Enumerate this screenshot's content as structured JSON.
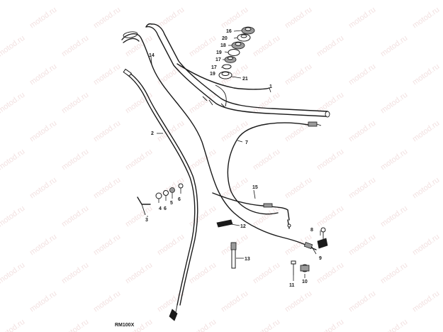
{
  "watermark": "motod.ru",
  "drawing_code": "RM100X",
  "callouts": {
    "c1": "1",
    "c2": "2",
    "c3": "3",
    "c4": "4",
    "c5": "5",
    "c6a": "6",
    "c6b": "6",
    "c7": "7",
    "c8": "8",
    "c9": "9",
    "c10": "10",
    "c11": "11",
    "c12": "12",
    "c13": "13",
    "c14": "14",
    "c15": "15",
    "c16": "16",
    "c17a": "17",
    "c17b": "17",
    "c18": "18",
    "c19a": "19",
    "c19b": "19",
    "c20": "20",
    "c21": "21"
  }
}
